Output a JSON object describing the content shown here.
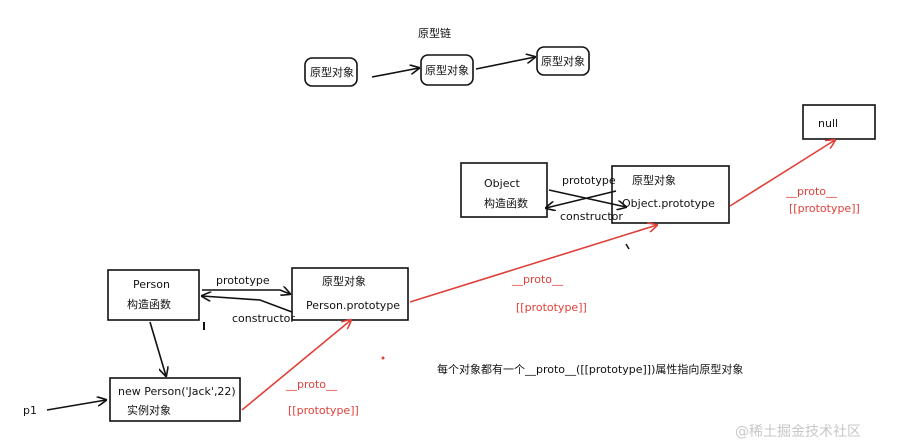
{
  "top": {
    "title": "原型链",
    "node1": "原型对象",
    "node2": "原型对象",
    "node3": "原型对象"
  },
  "null_node": {
    "label": "null"
  },
  "object_ctor": {
    "line1": "Object",
    "line2": "构造函数"
  },
  "object_proto": {
    "line1": "原型对象",
    "line2": "Object.prototype"
  },
  "object_links": {
    "prototype": "prototype",
    "constructor": "constructor"
  },
  "person_ctor": {
    "line1": "Person",
    "line2": "构造函数"
  },
  "person_proto": {
    "line1": "原型对象",
    "line2": "Person.prototype"
  },
  "person_links": {
    "prototype": "prototype",
    "constructor": "constructor"
  },
  "instance": {
    "line1": "new Person('Jack',22)",
    "line2": "实例对象"
  },
  "p1_label": "p1",
  "red_labels": {
    "a_proto": "__proto__",
    "a_prototype": "[[prototype]]",
    "b_proto": "__proto__",
    "b_prototype": "[[prototype]]",
    "c_proto": "__proto__",
    "c_prototype": "[[prototype]]"
  },
  "note": "每个对象都有一个__proto__([[prototype]])属性指向原型对象",
  "watermark": "@稀土掘金技术社区",
  "colors": {
    "red": "#e0403a",
    "black": "#111111"
  }
}
